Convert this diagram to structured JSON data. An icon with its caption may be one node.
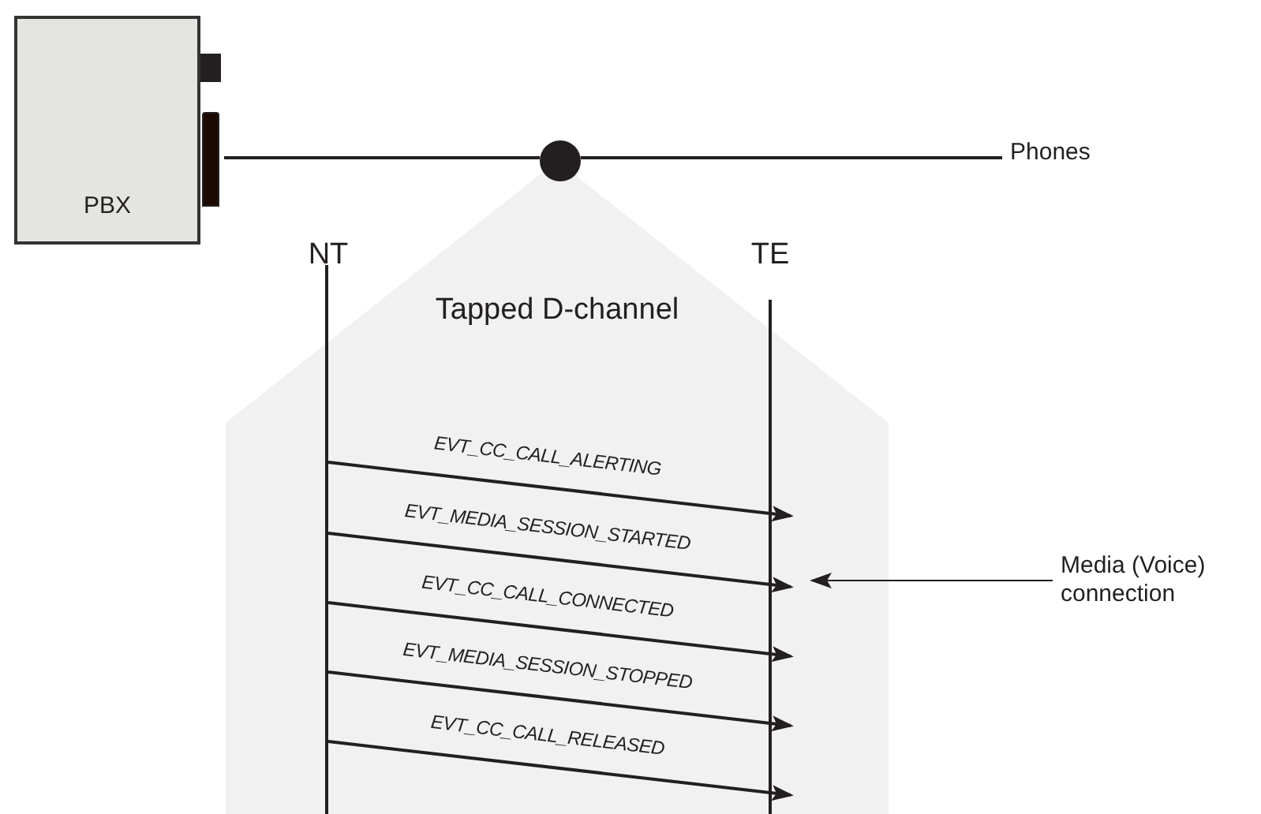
{
  "diagram": {
    "nodes": [
      {
        "text": [
          "PBX"
        ]
      },
      {
        "text": [],
        "shape": "circle"
      },
      {
        "text": [
          "Phones"
        ]
      },
      {
        "text": [
          "Tapped D-channel"
        ]
      },
      {
        "text": [
          "NT"
        ],
        "in": 3
      },
      {
        "text": [
          "TE"
        ],
        "in": 3
      },
      {
        "text": [
          "Media (Voice) connection"
        ]
      }
    ],
    "edges": [
      {
        "from": 0,
        "to": 1,
        "arrow": "none"
      },
      {
        "from": 1,
        "to": 2,
        "arrow": "none"
      },
      {
        "from": 4,
        "to": 5,
        "arrow": "to",
        "label": "EVT_CC_CALL_ALERTING"
      },
      {
        "from": 4,
        "to": 5,
        "arrow": "to",
        "label": "EVT_MEDIA_SESSION_STARTED"
      },
      {
        "from": 4,
        "to": 5,
        "arrow": "to",
        "label": "EVT_CC_CALL_CONNECTED"
      },
      {
        "from": 4,
        "to": 5,
        "arrow": "to",
        "label": "EVT_MEDIA_SESSION_STOPPED"
      },
      {
        "from": 4,
        "to": 5,
        "arrow": "to",
        "label": "EVT_CC_CALL_RELEASED"
      },
      {
        "from": 6,
        "to": 5,
        "arrow": "to"
      }
    ]
  }
}
